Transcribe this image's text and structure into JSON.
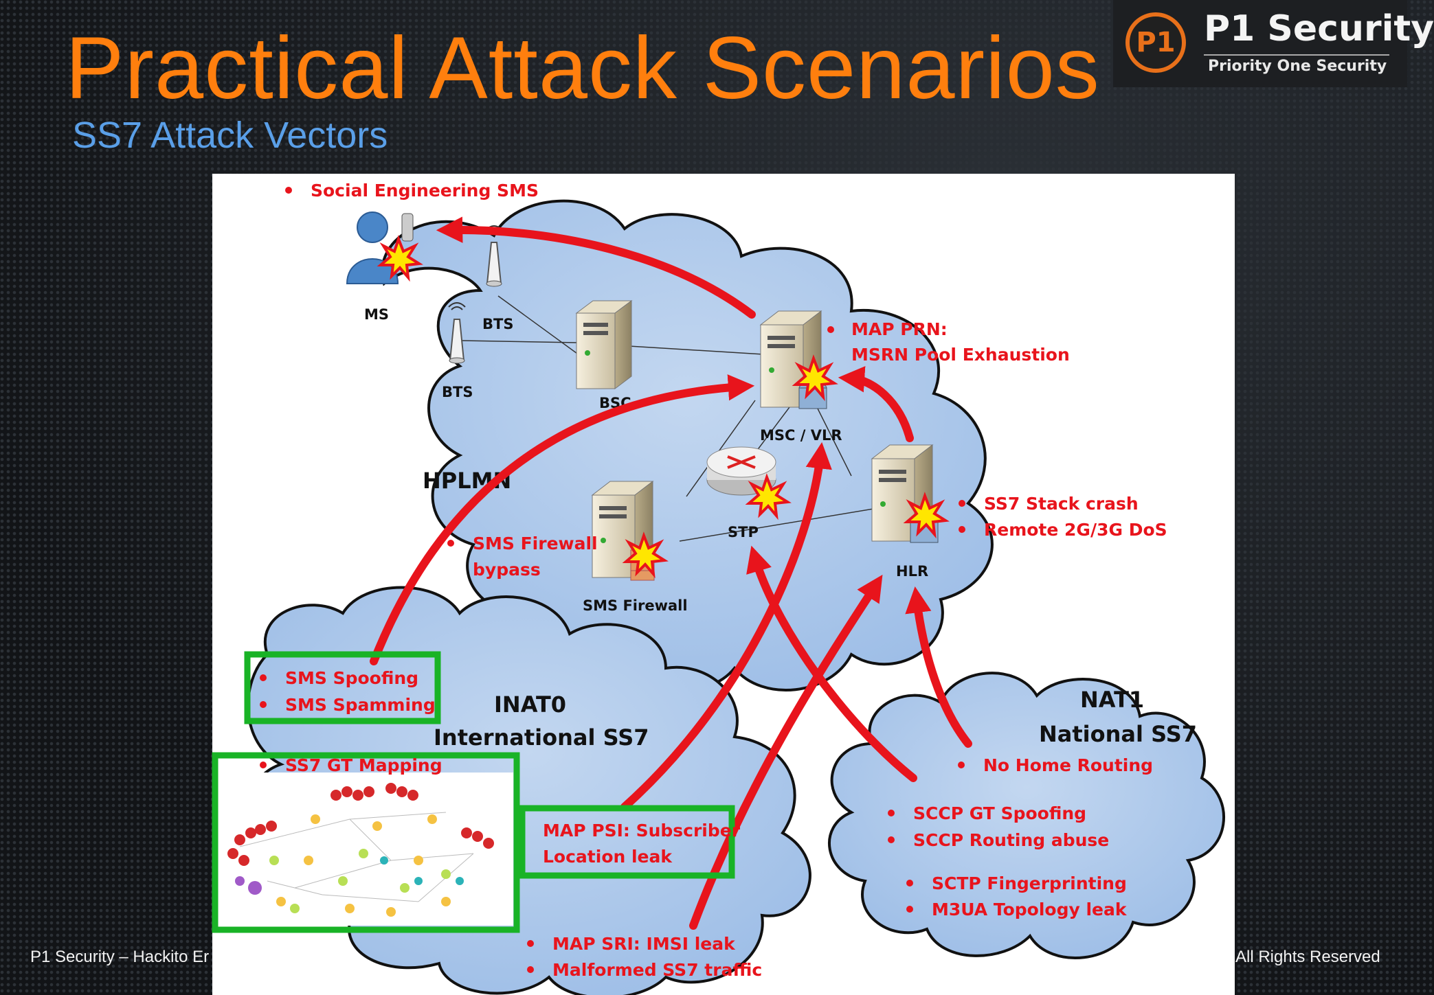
{
  "slide": {
    "title": "Practical Attack Scenarios",
    "subtitle": "SS7 Attack Vectors"
  },
  "logo": {
    "badge": "P1",
    "name": "P1 Security",
    "tagline": "Priority One Security"
  },
  "footer": {
    "left": "P1 Security – Hackito Er",
    "right": "All Rights Reserved"
  },
  "diagram": {
    "clouds": {
      "hplmn": "HPLMN",
      "inat0_line1": "INAT0",
      "inat0_line2": "International SS7",
      "nat1_line1": "NAT1",
      "nat1_line2": "National SS7"
    },
    "nodes": {
      "ms": "MS",
      "bts1": "BTS",
      "bts2": "BTS",
      "bsc": "BSC",
      "msc_vlr": "MSC / VLR",
      "stp": "STP",
      "hlr": "HLR",
      "sms_firewall": "SMS Firewall"
    },
    "attacks": {
      "social_engineering_sms": "Social Engineering SMS",
      "map_prn_line1": "MAP PRN:",
      "map_prn_line2": "MSRN Pool Exhaustion",
      "ss7_stack_crash": "SS7 Stack crash",
      "remote_dos": "Remote 2G/3G DoS",
      "sms_firewall_bypass_line1": "SMS Firewall",
      "sms_firewall_bypass_line2": "bypass",
      "sms_spoofing": "SMS Spoofing",
      "sms_spamming": "SMS Spamming",
      "ss7_gt_mapping": "SS7 GT Mapping",
      "map_psi_line1": "MAP PSI: Subscriber",
      "map_psi_line2": "Location leak",
      "map_sri": "MAP SRI: IMSI leak",
      "malformed_traffic": "Malformed SS7 traffic",
      "no_home_routing": "No Home Routing",
      "sccp_gt_spoofing": "SCCP GT Spoofing",
      "sccp_routing_abuse": "SCCP Routing abuse",
      "sctp_fingerprinting": "SCTP Fingerprinting",
      "m3ua_topology_leak": "M3UA Topology leak"
    },
    "colors": {
      "cloud_fill": "#aec8ea",
      "attack_red": "#e8141c",
      "highlight_green": "#19b326",
      "title_orange": "#ff7f0e",
      "subtitle_blue": "#5a9fe8"
    }
  }
}
